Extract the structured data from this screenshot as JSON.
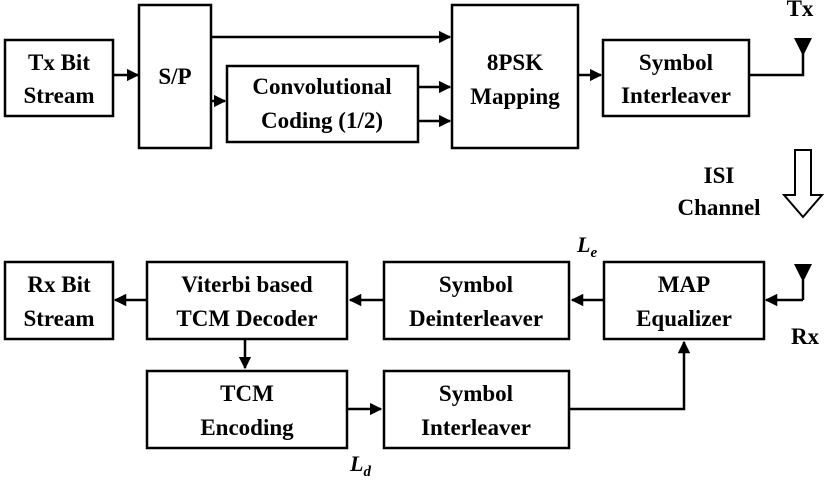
{
  "tx": {
    "bit_stream": [
      "Tx Bit",
      "Stream"
    ],
    "sp": "S/P",
    "conv": [
      "Convolutional",
      "Coding (1/2)"
    ],
    "mapping": [
      "8PSK",
      "Mapping"
    ],
    "interleaver": [
      "Symbol",
      "Interleaver"
    ],
    "antenna_label": "Tx"
  },
  "channel": [
    "ISI",
    "Channel"
  ],
  "rx": {
    "antenna_label": "Rx",
    "equalizer": [
      "MAP",
      "Equalizer"
    ],
    "deinterleaver": [
      "Symbol",
      "Deinterleaver"
    ],
    "decoder": [
      "Viterbi based",
      "TCM Decoder"
    ],
    "bit_stream": [
      "Rx Bit",
      "Stream"
    ],
    "tcm_encoding": [
      "TCM",
      "Encoding"
    ],
    "interleaver": [
      "Symbol",
      "Interleaver"
    ],
    "le": {
      "base": "L",
      "sub": "e"
    },
    "ld": {
      "base": "L",
      "sub": "d"
    }
  }
}
